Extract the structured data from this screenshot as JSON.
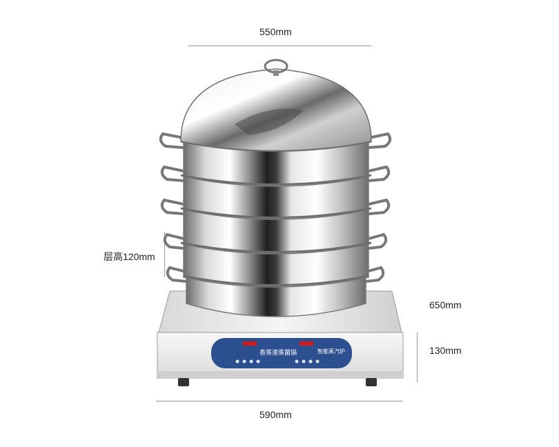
{
  "dimensions": {
    "top_width": "550mm",
    "layer_height": "层高120mm",
    "depth": "650mm",
    "base_height": "130mm",
    "bottom_width": "590mm"
  },
  "panel": {
    "center_label": "香蒸速蒸菌锅",
    "right_label": "智能蒸汽炉"
  },
  "colors": {
    "panel_blue": "#2b4f8f",
    "steel_light": "#f2f2f2",
    "steel_dark": "#5a5a5a",
    "display_red": "#d11a1a"
  }
}
